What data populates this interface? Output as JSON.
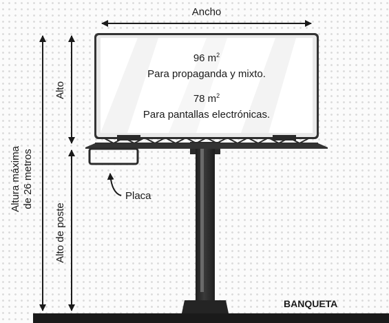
{
  "labels": {
    "width": "Ancho",
    "height": "Alto",
    "max_height_line1": "Altura máxima",
    "max_height_line2": "de 26 metros",
    "pole_height": "Alto de poste",
    "plate": "Placa",
    "sidewalk": "BANQUETA"
  },
  "billboard": {
    "area1_value": "96 m",
    "area1_exp": "2",
    "area1_desc": "Para propaganda y mixto.",
    "area2_value": "78 m",
    "area2_exp": "2",
    "area2_desc": "Para pantallas electrónicas."
  },
  "colors": {
    "structure": "#2a2a2a",
    "frame": "#333333",
    "screen": "#ffffff",
    "ground": "#1a1a1a"
  }
}
